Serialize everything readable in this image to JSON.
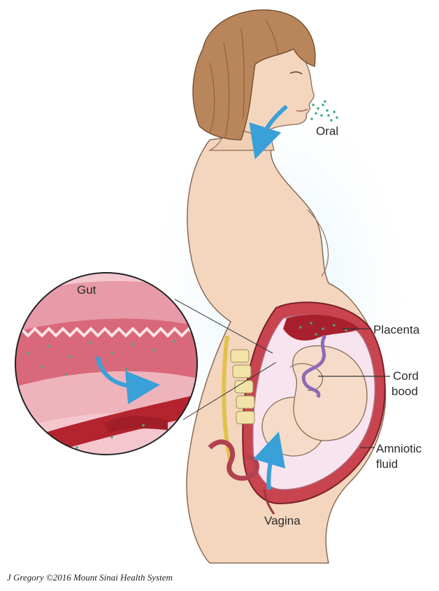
{
  "labels": {
    "oral": "Oral",
    "gut": "Gut",
    "placenta": "Placenta",
    "cord_line1": "Cord",
    "cord_line2": "bood",
    "amniotic_line1": "Amniotic",
    "amniotic_line2": "fluid",
    "vagina": "Vagina"
  },
  "credit": "J Gregory ©2016 Mount Sinai Health System",
  "colors": {
    "skin": "#f4d6bf",
    "hair": "#b9855a",
    "arrow": "#3aa0d8",
    "bacteria": "#3fae7a",
    "gut_tissue": "#d9697a",
    "blood_vessel": "#b3242e",
    "glow": "#cfeaf7"
  }
}
